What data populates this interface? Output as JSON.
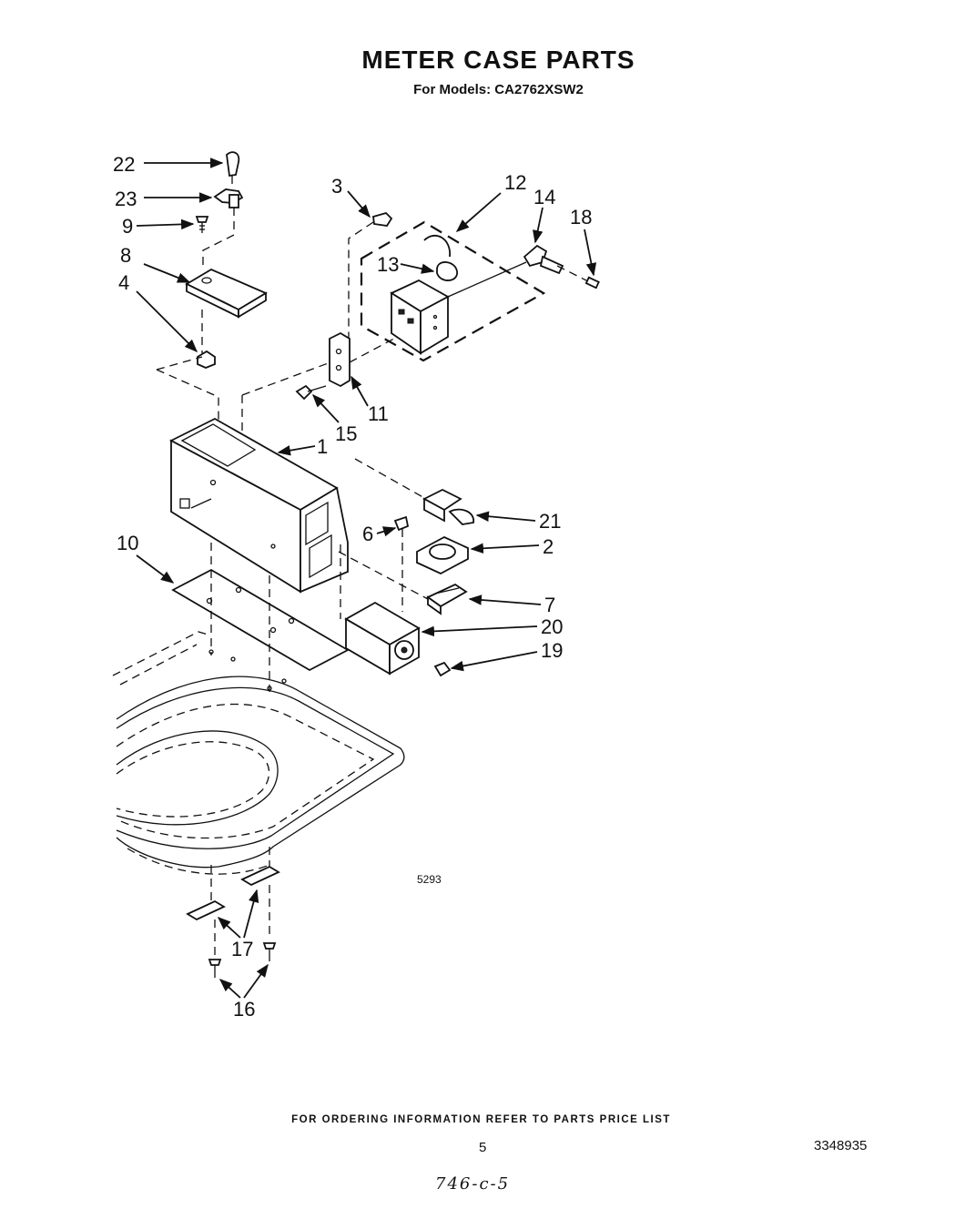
{
  "header": {
    "title": "METER CASE PARTS",
    "subtitle": "For Models: CA2762XSW2"
  },
  "diagram": {
    "callouts": [
      "22",
      "23",
      "9",
      "8",
      "4",
      "3",
      "12",
      "14",
      "18",
      "13",
      "11",
      "15",
      "1",
      "21",
      "6",
      "2",
      "10",
      "7",
      "20",
      "19",
      "17",
      "16"
    ],
    "figure_code": "5293"
  },
  "footer": {
    "ordering_note": "FOR ORDERING INFORMATION REFER TO PARTS PRICE LIST",
    "page_number": "5",
    "document_number": "3348935",
    "handwritten_note": "746-c-5"
  }
}
